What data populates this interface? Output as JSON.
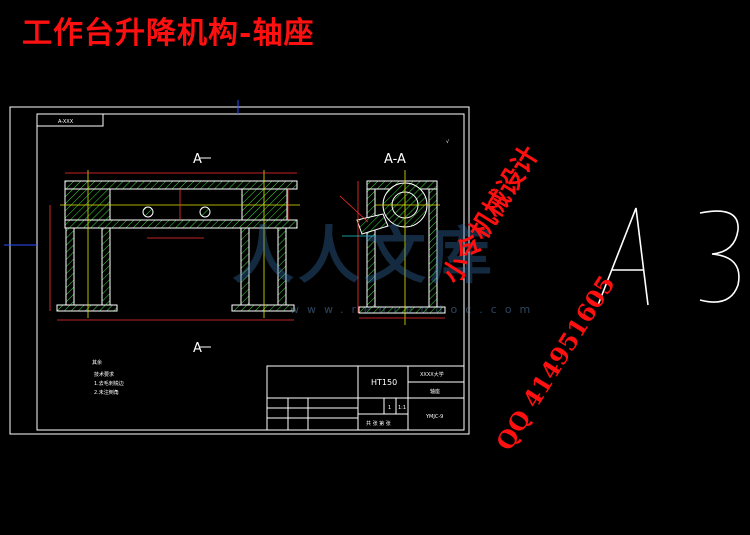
{
  "title": "工作台升降机构-轴座",
  "view_labels": {
    "front": "A",
    "front_bottom": "A",
    "section": "A-A"
  },
  "sheet_size": "A3",
  "notes": {
    "roughness": "其余",
    "line1": "技术要求",
    "line2": "1.去毛刺锐边",
    "line3": "2.未注倒角"
  },
  "title_block": {
    "material": "HT150",
    "part_name": "轴座",
    "school": "XXXX大学",
    "drawing_no": "YMJC-9",
    "quantity": "1",
    "scale": "1:1",
    "sheet": "共 张 第 张"
  },
  "frame_label": "A-XXX",
  "watermarks": {
    "logo": "人人文库",
    "site": "www.renrendoc.com",
    "designer": "小令机械设计",
    "qq": "QQ 414951605"
  },
  "colors": {
    "title": "#ff1010",
    "frame": "#ffffff",
    "hatch": "#3cdc3c",
    "dimension": "#ff3030",
    "center": "#e8e800",
    "border_accent": "#3050ff"
  }
}
